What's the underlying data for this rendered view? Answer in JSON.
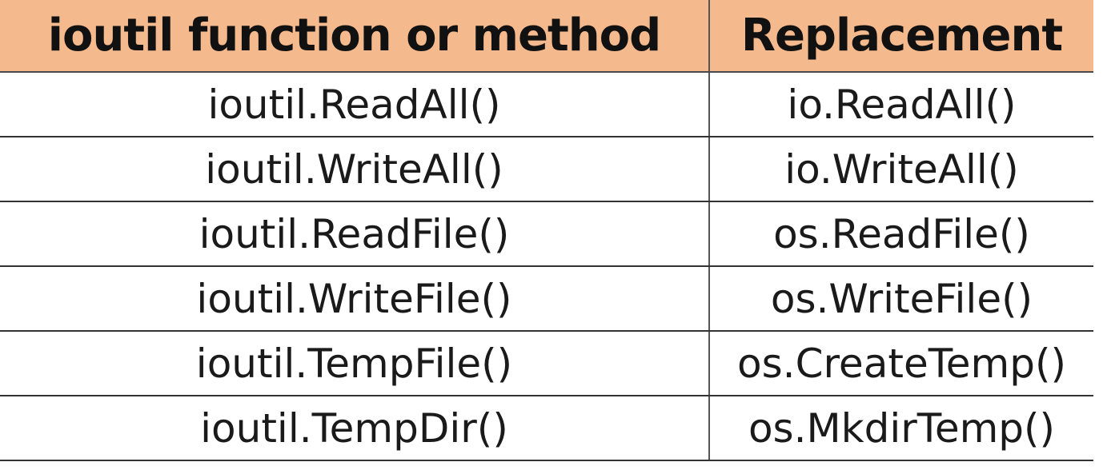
{
  "table": {
    "headers": [
      "ioutil function or method",
      "Replacement"
    ],
    "rows": [
      [
        "ioutil.ReadAll()",
        "io.ReadAll()"
      ],
      [
        "ioutil.WriteAll()",
        "io.WriteAll()"
      ],
      [
        "ioutil.ReadFile()",
        "os.ReadFile()"
      ],
      [
        "ioutil.WriteFile()",
        "os.WriteFile()"
      ],
      [
        "ioutil.TempFile()",
        "os.CreateTemp()"
      ],
      [
        "ioutil.TempDir()",
        "os.MkdirTemp()"
      ]
    ]
  },
  "colors": {
    "header_bg": "#f4b98c",
    "text": "#1a1a1a",
    "border": "#333333"
  }
}
